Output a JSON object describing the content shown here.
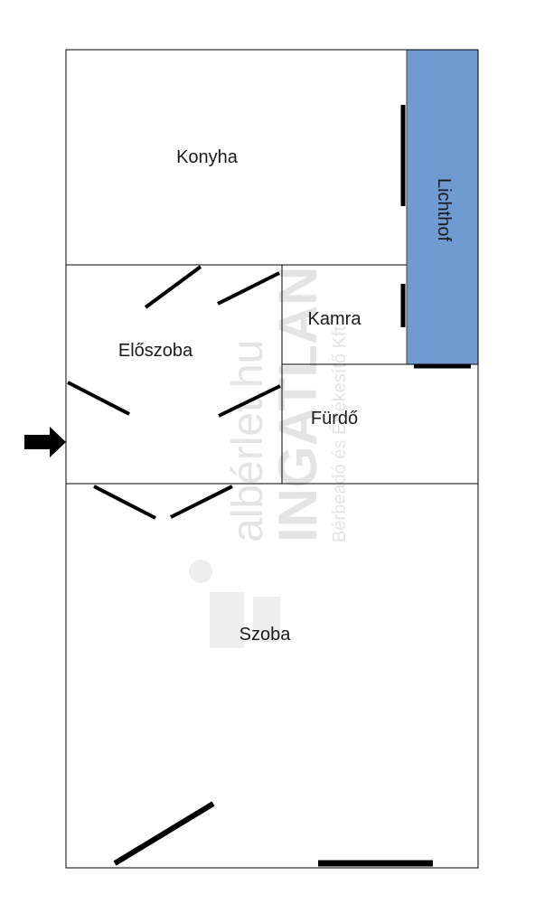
{
  "rooms": {
    "kitchen": "Konyha",
    "hall": "Előszoba",
    "pantry": "Kamra",
    "bathroom": "Fürdő",
    "room": "Szoba",
    "lightwell": "Lichthof"
  },
  "watermark": {
    "site": "albérlet.hu",
    "brand": "INGATLAN",
    "tagline": "Bérbeadó és Értékesítő Kft."
  },
  "colors": {
    "lightwell_fill": "#6f9bd1",
    "lightwell_stroke": "#444444",
    "wall": "#000000",
    "door": "#000000"
  },
  "icons": {
    "entrance": "arrow-right-icon"
  }
}
